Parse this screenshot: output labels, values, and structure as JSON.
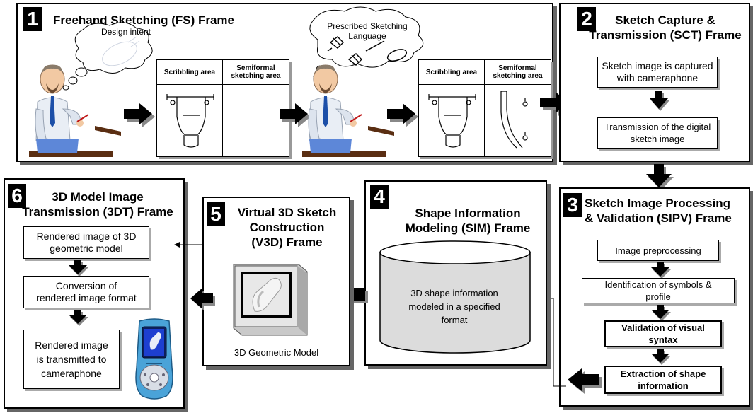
{
  "frames": {
    "fs": {
      "number": "1",
      "title": "Freehand Sketching (FS) Frame"
    },
    "sct": {
      "number": "2",
      "title_line1": "Sketch Capture &",
      "title_line2": "Transmission (SCT) Frame"
    },
    "sipv": {
      "number": "3",
      "title_line1": "Sketch Image Processing",
      "title_line2": "& Validation (SIPV) Frame"
    },
    "sim": {
      "number": "4",
      "title_line1": "Shape Information",
      "title_line2": "Modeling (SIM) Frame"
    },
    "v3d": {
      "number": "5",
      "title_line1": "Virtual 3D Sketch",
      "title_line2": "Construction",
      "title_line3": "(V3D) Frame"
    },
    "tdt": {
      "number": "6",
      "title_line1": "3D Model Image",
      "title_line2": "Transmission (3DT) Frame"
    }
  },
  "fs": {
    "cloud1": "Design intent",
    "cloud2_line1": "Prescribed Sketching",
    "cloud2_line2": "Language",
    "sheet1": {
      "col1": "Scribbling area",
      "col2_line1": "Semiformal",
      "col2_line2": "sketching area"
    },
    "sheet2": {
      "col1": "Scribbling area",
      "col2_line1": "Semiformal",
      "col2_line2": "sketching area"
    }
  },
  "sct": {
    "step1_line1": "Sketch image is captured",
    "step1_line2": "with cameraphone",
    "step2_line1": "Transmission of the digital",
    "step2_line2": "sketch image"
  },
  "sipv": {
    "step1": "Image preprocessing",
    "step2_line1": "Identification of symbols &",
    "step2_line2": "profile",
    "step3_line1": "Validation of visual",
    "step3_line2": "syntax",
    "step4_line1": "Extraction of shape",
    "step4_line2": "information"
  },
  "sim": {
    "db_line1": "3D shape information",
    "db_line2": "modeled in a specified",
    "db_line3": "format"
  },
  "v3d": {
    "caption": "3D Geometric Model"
  },
  "tdt": {
    "step1_line1": "Rendered image of 3D",
    "step1_line2": "geometric model",
    "step2_line1": "Conversion of",
    "step2_line2": "rendered image format",
    "step3_line1": "Rendered image",
    "step3_line2": "is transmitted to",
    "step3_line3": "cameraphone"
  }
}
